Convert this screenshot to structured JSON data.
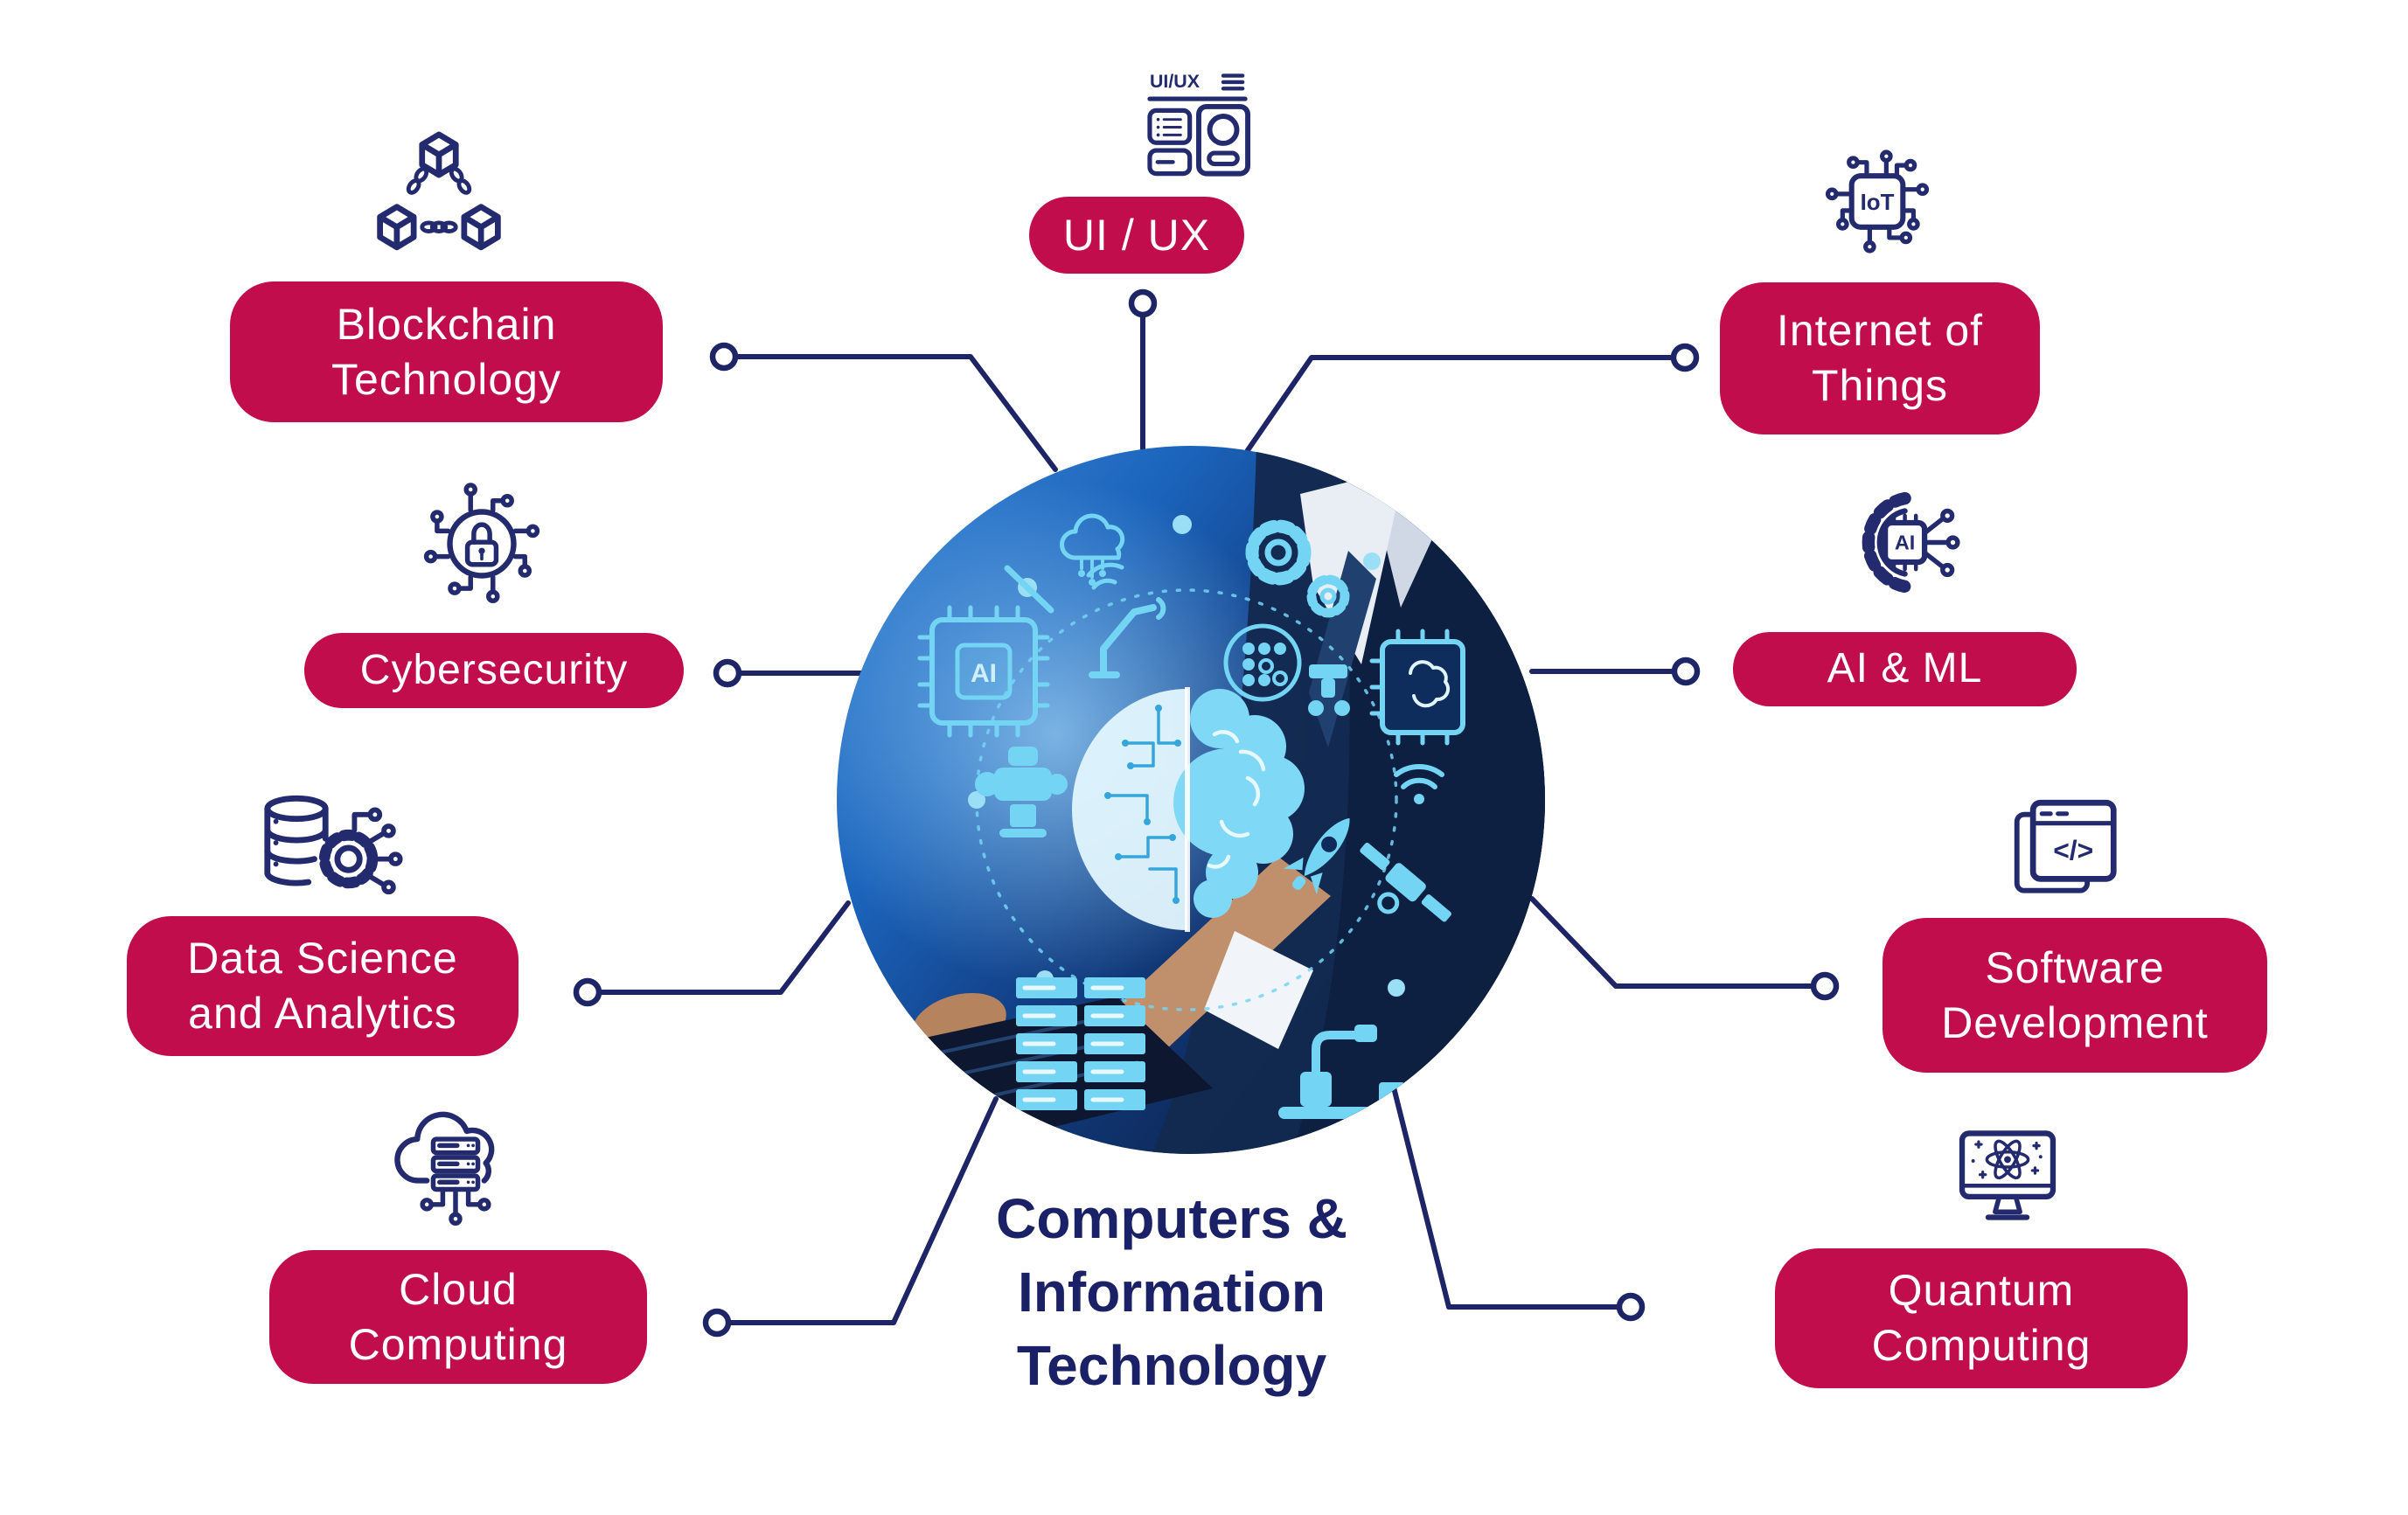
{
  "title": {
    "lines": [
      "Computers &",
      "Information",
      "Technology"
    ]
  },
  "colors": {
    "accent_crimson": "#C20D4D",
    "icon_navy": "#232B6E",
    "connector_navy": "#1E2566",
    "title_navy": "#1B2166",
    "collage_cyan": "#74D4F3"
  },
  "nodes": [
    {
      "id": "uiux",
      "label_lines": [
        "UI / UX"
      ],
      "icon": "uiux-wireframe-icon",
      "icon_text": "UI/UX"
    },
    {
      "id": "blockchain",
      "label_lines": [
        "Blockchain",
        "Technology"
      ],
      "icon": "blockchain-cubes-icon"
    },
    {
      "id": "cybersecurity",
      "label_lines": [
        "Cybersecurity"
      ],
      "icon": "lock-circuit-icon"
    },
    {
      "id": "datascience",
      "label_lines": [
        "Data Science",
        "and Analytics"
      ],
      "icon": "database-gear-icon"
    },
    {
      "id": "cloud",
      "label_lines": [
        "Cloud",
        "Computing"
      ],
      "icon": "cloud-server-icon"
    },
    {
      "id": "iot",
      "label_lines": [
        "Internet of",
        "Things"
      ],
      "icon": "iot-chip-icon",
      "icon_text": "IoT"
    },
    {
      "id": "aiml",
      "label_lines": [
        "AI & ML"
      ],
      "icon": "half-gear-ai-chip-icon",
      "icon_text": "AI"
    },
    {
      "id": "software",
      "label_lines": [
        "Software",
        "Development"
      ],
      "icon": "code-window-icon",
      "icon_text": "</>"
    },
    {
      "id": "quantum",
      "label_lines": [
        "Quantum",
        "Computing"
      ],
      "icon": "atom-monitor-icon"
    }
  ],
  "center": {
    "photo_description": "businessman typing on laptop with half-circuit half-organic brain hologram and cyan tech icons",
    "ai_chip_text": "AI"
  }
}
